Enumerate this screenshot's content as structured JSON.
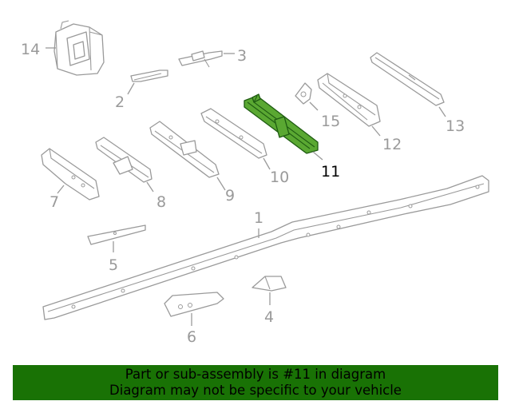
{
  "diagram": {
    "highlighted_part": "11",
    "callouts": {
      "c1": "1",
      "c2": "2",
      "c3": "3",
      "c4": "4",
      "c5": "5",
      "c6": "6",
      "c7": "7",
      "c8": "8",
      "c9": "9",
      "c10": "10",
      "c11": "11",
      "c12": "12",
      "c13": "13",
      "c14": "14",
      "c15": "15"
    },
    "colors": {
      "part_outline": "#9a9a9a",
      "highlight_fill": "#5aa832",
      "banner_bg": "#197205"
    }
  },
  "banner": {
    "line1": "Part or sub-assembly is #11 in diagram",
    "line2": "Diagram may not be specific to your vehicle"
  }
}
